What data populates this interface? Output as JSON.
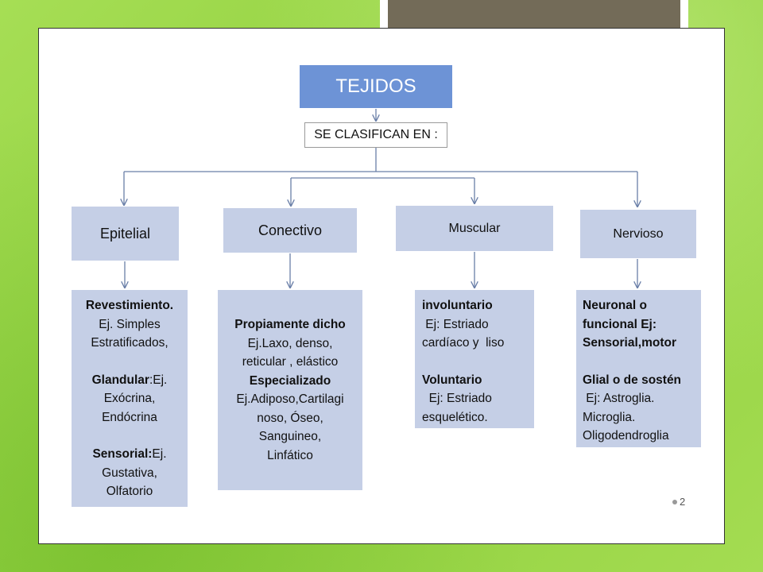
{
  "diagram": {
    "root": "TEJIDOS",
    "classify": "SE CLASIFICAN EN :",
    "categories": [
      {
        "label": "Epitelial",
        "detail": [
          [
            {
              "t": "Revestimiento.",
              "b": true
            }
          ],
          [
            {
              "t": "Ej. Simples"
            }
          ],
          [
            {
              "t": "Estratificados,"
            }
          ],
          [],
          [
            {
              "t": "Glandular",
              "b": true
            },
            {
              "t": ":Ej."
            }
          ],
          [
            {
              "t": "Exócrina,"
            }
          ],
          [
            {
              "t": "Endócrina"
            }
          ],
          [],
          [
            {
              "t": "Sensorial:",
              "b": true
            },
            {
              "t": "Ej."
            }
          ],
          [
            {
              "t": "Gustativa,"
            }
          ],
          [
            {
              "t": "Olfatorio"
            }
          ]
        ]
      },
      {
        "label": "Conectivo",
        "detail": [
          [
            {
              "t": "Propiamente dicho",
              "b": true
            }
          ],
          [
            {
              "t": "Ej.Laxo, denso,"
            }
          ],
          [
            {
              "t": "reticular , elástico"
            }
          ],
          [
            {
              "t": "Especializado",
              "b": true
            }
          ],
          [
            {
              "t": "Ej.Adiposo,Cartilagi"
            }
          ],
          [
            {
              "t": "noso, Óseo,"
            }
          ],
          [
            {
              "t": "Sanguineo,"
            }
          ],
          [
            {
              "t": "Linfático"
            }
          ]
        ]
      },
      {
        "label": "Muscular",
        "detail": [
          [
            {
              "t": "involuntario",
              "b": true
            }
          ],
          [
            {
              "t": " Ej: Estriado"
            }
          ],
          [
            {
              "t": "cardíaco y  liso"
            }
          ],
          [],
          [
            {
              "t": "Voluntario",
              "b": true
            }
          ],
          [
            {
              "t": "  Ej: Estriado"
            }
          ],
          [
            {
              "t": "esquelético."
            }
          ]
        ]
      },
      {
        "label": "Nervioso",
        "detail": [
          [
            {
              "t": "Neuronal o",
              "b": true
            }
          ],
          [
            {
              "t": "funcional Ej:",
              "b": true
            }
          ],
          [
            {
              "t": "Sensorial,motor",
              "b": true
            }
          ],
          [],
          [
            {
              "t": "Glial o de sostén",
              "b": true
            }
          ],
          [
            {
              "t": " Ej: Astroglia."
            }
          ],
          [
            {
              "t": "Microglia."
            }
          ],
          [
            {
              "t": "Oligodendroglia"
            }
          ]
        ]
      }
    ]
  },
  "slide": {
    "page_number": "2"
  },
  "colors": {
    "root_fill": "#6d93d6",
    "box_fill": "#c5cfe6",
    "connector": "#6a7fa8",
    "background": "#9dd84a",
    "title_bar": "#736b58"
  }
}
